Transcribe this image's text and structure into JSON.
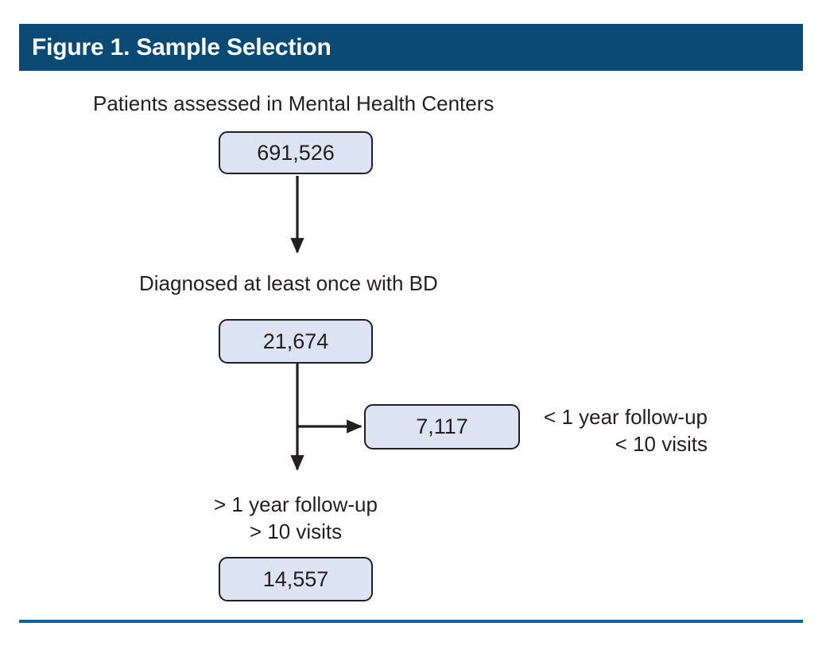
{
  "figure": {
    "title": "Figure 1. Sample Selection",
    "header_color": "#0a4a75",
    "rule_color": "#10639b",
    "box_fill": "#dce3f2",
    "box_border": "#231f20"
  },
  "chart_data": {
    "type": "diagram",
    "title": "Figure 1. Sample Selection",
    "diagram_kind": "flowchart",
    "nodes": [
      {
        "id": "assessed",
        "caption": "Patients assessed in Mental Health Centers",
        "value": "691,526",
        "value_numeric": 691526
      },
      {
        "id": "diagnosed",
        "caption": "Diagnosed at least once with BD",
        "value": "21,674",
        "value_numeric": 21674
      },
      {
        "id": "excluded",
        "caption_line1": "< 1 year follow-up",
        "caption_line2": "< 10 visits",
        "value": "7,117",
        "value_numeric": 7117
      },
      {
        "id": "included",
        "caption_line1": "> 1 year follow-up",
        "caption_line2": "> 10 visits",
        "value": "14,557",
        "value_numeric": 14557
      }
    ],
    "edges": [
      {
        "from": "assessed",
        "to": "diagnosed",
        "direction": "down"
      },
      {
        "from": "diagnosed",
        "to": "excluded",
        "direction": "right"
      },
      {
        "from": "diagnosed",
        "to": "included",
        "direction": "down"
      }
    ]
  },
  "captions": {
    "assessed": "Patients assessed in Mental Health Centers",
    "diagnosed": "Diagnosed at least once with BD",
    "excluded_line1": "< 1 year follow-up",
    "excluded_line2": "< 10 visits",
    "included_line1": "> 1 year follow-up",
    "included_line2": "> 10 visits"
  },
  "values": {
    "assessed": "691,526",
    "diagnosed": "21,674",
    "excluded": "7,117",
    "included": "14,557"
  }
}
